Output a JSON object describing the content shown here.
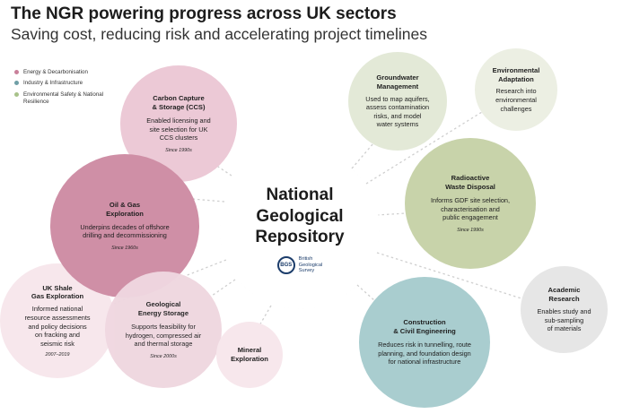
{
  "header": {
    "title": "The NGR powering progress across UK sectors",
    "subtitle": "Saving cost, reducing risk and accelerating project timelines"
  },
  "legend": {
    "items": [
      {
        "label": "Energy & Decarbonisation",
        "color": "#c9809a"
      },
      {
        "label": "Industry & Infrastructure",
        "color": "#6f9fa6"
      },
      {
        "label": "Environmental Safety & National Resilience",
        "color": "#a8c28a"
      }
    ]
  },
  "center": {
    "title": "National\nGeological\nRepository",
    "logo_mark": "BGS",
    "logo_text": "British\nGeological\nSurvey"
  },
  "bubbles": {
    "ccs": {
      "title": "Carbon Capture\n& Storage (CCS)",
      "desc": "Enabled licensing and\nsite selection for UK\nCCS clusters",
      "since": "Since 1990s"
    },
    "oilgas": {
      "title": "Oil & Gas\nExploration",
      "desc": "Underpins decades of offshore\ndrilling and decommissioning",
      "since": "Since 1960s"
    },
    "shale": {
      "title": "UK Shale\nGas Exploration",
      "desc": "Informed national\nresource assessments\nand policy decisions\non fracking and\nseismic risk",
      "since": "2007–2019"
    },
    "energy_storage": {
      "title": "Geological\nEnergy Storage",
      "desc": "Supports feasibility for\nhydrogen, compressed air\nand thermal storage",
      "since": "Since 2000s"
    },
    "mineral": {
      "title": "Mineral\nExploration"
    },
    "groundwater": {
      "title": "Groundwater\nManagement",
      "desc": "Used to map aquifers,\nassess contamination\nrisks, and model\nwater systems"
    },
    "env_adaptation": {
      "title": "Environmental\nAdaptation",
      "desc": "Research into\nenvironmental\nchallenges"
    },
    "radioactive": {
      "title": "Radioactive\nWaste Disposal",
      "desc": "Informs GDF site selection,\ncharacterisation and\npublic engagement",
      "since": "Since 1990s"
    },
    "academic": {
      "title": "Academic\nResearch",
      "desc": "Enables study and\nsub-sampling\nof materials"
    },
    "construction": {
      "title": "Construction\n& Civil Engineering",
      "desc": "Reduces risk in tunnelling, route\nplanning, and foundation design\nfor national infrastructure"
    }
  },
  "colors": {
    "energy_light": "#f3dde4",
    "energy_mid": "#e6c3cf",
    "energy_strong": "#cf8fa6",
    "energy_faint": "#f7e7ec",
    "industry_strong": "#a9cdcf",
    "industry_light": "#e6e6e6",
    "env_mid": "#c8d3aa",
    "env_light": "#e3e9d7",
    "env_faint": "#ecefe3",
    "connector": "#cfcfcf"
  }
}
